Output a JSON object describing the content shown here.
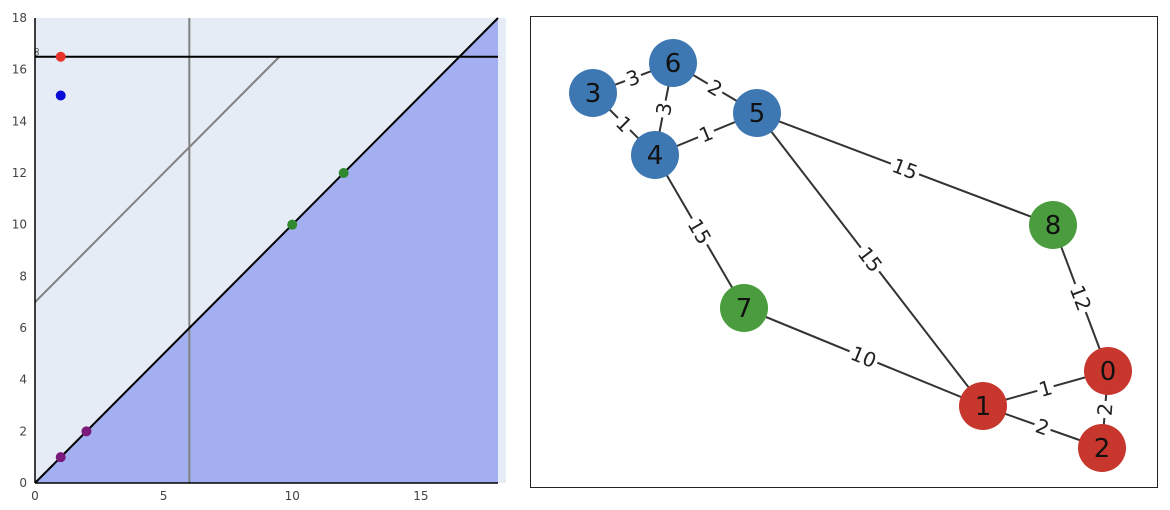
{
  "chart_data": [
    {
      "type": "scatter",
      "title": "",
      "xlabel": "",
      "ylabel": "",
      "xlim": [
        0,
        18
      ],
      "ylim": [
        0,
        18
      ],
      "x_ticks": [
        0,
        5,
        10,
        15
      ],
      "y_ticks": [
        0,
        2,
        4,
        6,
        8,
        10,
        12,
        14,
        16,
        18
      ],
      "infinity_label": "∞",
      "infinity_level": 16.5,
      "colors": {
        "upper_region": "#e5ecf6",
        "lower_region": "#a4aff2",
        "diagonal": "#000000",
        "guide_lines": "#808080"
      },
      "guide_lines": [
        {
          "kind": "vertical",
          "x": 6
        },
        {
          "kind": "segment",
          "x1": 0,
          "y1": 7,
          "x2": 9.5,
          "y2": 16.5
        }
      ],
      "series": [
        {
          "color": "#e8332a",
          "points": [
            {
              "x": 1,
              "y": 16.5
            }
          ]
        },
        {
          "color": "#0a0ad8",
          "points": [
            {
              "x": 1,
              "y": 15
            }
          ]
        },
        {
          "color": "#2f8a2f",
          "points": [
            {
              "x": 10,
              "y": 10
            },
            {
              "x": 12,
              "y": 12
            }
          ]
        },
        {
          "color": "#7a1a7a",
          "points": [
            {
              "x": 1,
              "y": 1
            },
            {
              "x": 2,
              "y": 2
            }
          ]
        }
      ]
    },
    {
      "type": "network",
      "colors": {
        "blue": "#3d78b3",
        "red": "#c8372e",
        "green": "#4a9c3e",
        "edge": "#333333"
      },
      "nodes": [
        {
          "id": "0",
          "color": "red"
        },
        {
          "id": "1",
          "color": "red"
        },
        {
          "id": "2",
          "color": "red"
        },
        {
          "id": "3",
          "color": "blue"
        },
        {
          "id": "4",
          "color": "blue"
        },
        {
          "id": "5",
          "color": "blue"
        },
        {
          "id": "6",
          "color": "blue"
        },
        {
          "id": "7",
          "color": "green"
        },
        {
          "id": "8",
          "color": "green"
        }
      ],
      "edges": [
        {
          "source": "3",
          "target": "6",
          "weight": "3"
        },
        {
          "source": "6",
          "target": "5",
          "weight": "2"
        },
        {
          "source": "3",
          "target": "4",
          "weight": "1"
        },
        {
          "source": "6",
          "target": "4",
          "weight": "3"
        },
        {
          "source": "4",
          "target": "5",
          "weight": "1"
        },
        {
          "source": "5",
          "target": "8",
          "weight": "15"
        },
        {
          "source": "4",
          "target": "7",
          "weight": "15"
        },
        {
          "source": "5",
          "target": "1",
          "weight": "15"
        },
        {
          "source": "8",
          "target": "0",
          "weight": "12"
        },
        {
          "source": "7",
          "target": "1",
          "weight": "10"
        },
        {
          "source": "1",
          "target": "0",
          "weight": "1"
        },
        {
          "source": "1",
          "target": "2",
          "weight": "2"
        },
        {
          "source": "0",
          "target": "2",
          "weight": "2"
        }
      ]
    }
  ]
}
